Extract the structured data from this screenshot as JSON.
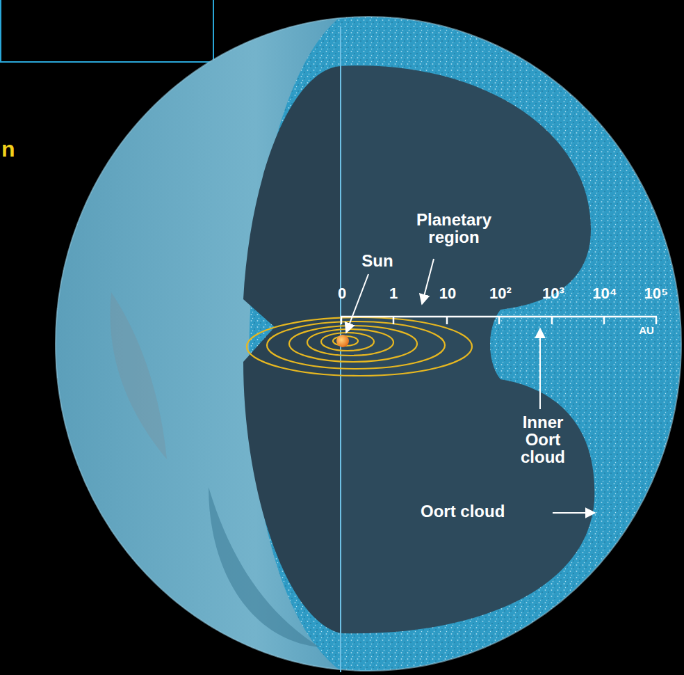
{
  "diagram": {
    "labels": [
      "n",
      "Planetary region",
      "Sun",
      "0",
      "1",
      "10",
      "10²",
      "10³",
      "10⁴",
      "10⁵",
      "AU",
      "Inner Oort cloud",
      "Oort cloud"
    ]
  }
}
